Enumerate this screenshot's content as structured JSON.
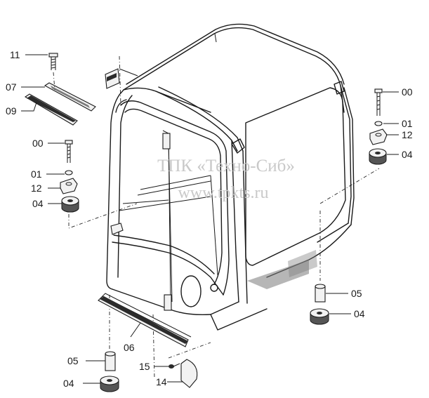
{
  "watermark": {
    "line1": "ТПК «Техно-Сиб»",
    "line2": "www.tpkts.ru"
  },
  "callouts": [
    {
      "id": "c11",
      "text": "11"
    },
    {
      "id": "c07",
      "text": "07"
    },
    {
      "id": "c09",
      "text": "09"
    },
    {
      "id": "c00_left",
      "text": "00"
    },
    {
      "id": "c01_left",
      "text": "01"
    },
    {
      "id": "c12_left",
      "text": "12"
    },
    {
      "id": "c04_left",
      "text": "04"
    },
    {
      "id": "c00_right",
      "text": "00"
    },
    {
      "id": "c01_right",
      "text": "01"
    },
    {
      "id": "c12_right",
      "text": "12"
    },
    {
      "id": "c04_right",
      "text": "04"
    },
    {
      "id": "c05_right",
      "text": "05"
    },
    {
      "id": "c04_right_low",
      "text": "04"
    },
    {
      "id": "c05_left",
      "text": "05"
    },
    {
      "id": "c06",
      "text": "06"
    },
    {
      "id": "c15",
      "text": "15"
    },
    {
      "id": "c14",
      "text": "14"
    },
    {
      "id": "c04_bottom",
      "text": "04"
    }
  ]
}
